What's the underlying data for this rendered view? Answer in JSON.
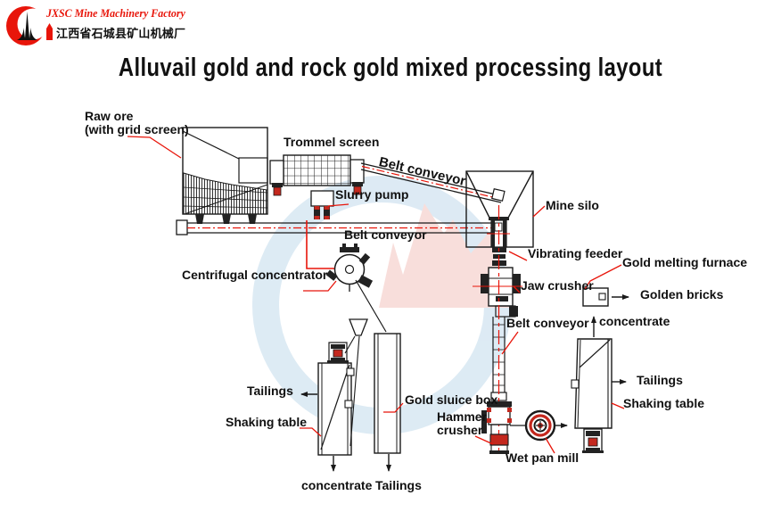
{
  "logo": {
    "company_en": "JXSC Mine Machinery Factory",
    "company_cn": "江西省石城县矿山机械厂"
  },
  "title": "Alluvail gold and rock gold mixed processing layout",
  "labels": {
    "raw_ore_1": "Raw ore",
    "raw_ore_2": "(with grid screen)",
    "trommel": "Trommel screen",
    "belt_incline": "Belt conveyor",
    "slurry_pump": "Slurry pump",
    "mine_silo": "Mine silo",
    "belt_main": "Belt conveyor",
    "vibrating_feeder": "Vibrating feeder",
    "centrifugal": "Centrifugal concentrator",
    "jaw_crusher": "Jaw crusher",
    "furnace": "Gold melting furnace",
    "golden_bricks": "Golden bricks",
    "belt_vertical": "Belt conveyor",
    "concentrate_right": "concentrate",
    "tailings_right": "Tailings",
    "shaking_right": "Shaking table",
    "tailings_left": "Tailings",
    "shaking_left": "Shaking table",
    "sluice": "Gold sluice box",
    "hammer_1": "Hammer",
    "hammer_2": "crusher",
    "wet_pan": "Wet pan mill",
    "concentrate_bottom": "concentrate",
    "tailings_bottom": "Tailings"
  },
  "colors": {
    "accent_red": "#e8150a",
    "machine_red": "#c4281e",
    "line_black": "#1a1a1a",
    "watermark_blue": "#bcd7ea",
    "watermark_red": "#f3beb8"
  }
}
